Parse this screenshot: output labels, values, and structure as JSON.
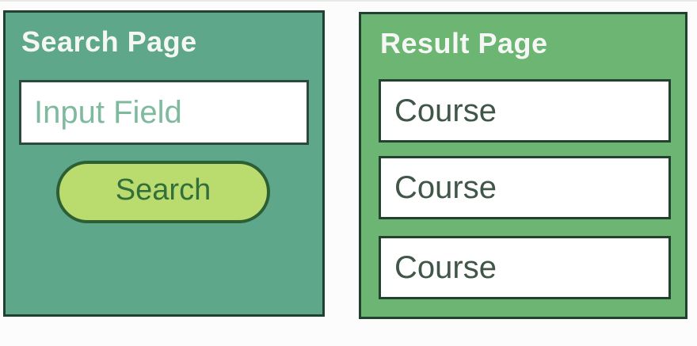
{
  "colors": {
    "page_bg": "#fcfcfc",
    "search_panel_bg": "#5fa78a",
    "result_panel_bg": "#6db572",
    "panel_border": "#21402f",
    "title_text": "#f4f7f4",
    "input_border": "#2b4a3d",
    "placeholder_text": "#7fba9e",
    "button_bg": "#badb6e",
    "button_border": "#2c5f34",
    "button_text": "#336f3b",
    "box_border": "#22412f",
    "item_text": "#3f5648"
  },
  "search_page": {
    "title": "Search Page",
    "input": {
      "placeholder": "Input Field",
      "value": ""
    },
    "button_label": "Search"
  },
  "result_page": {
    "title": "Result Page",
    "items": [
      {
        "label": "Course"
      },
      {
        "label": "Course"
      },
      {
        "label": "Course"
      }
    ]
  }
}
